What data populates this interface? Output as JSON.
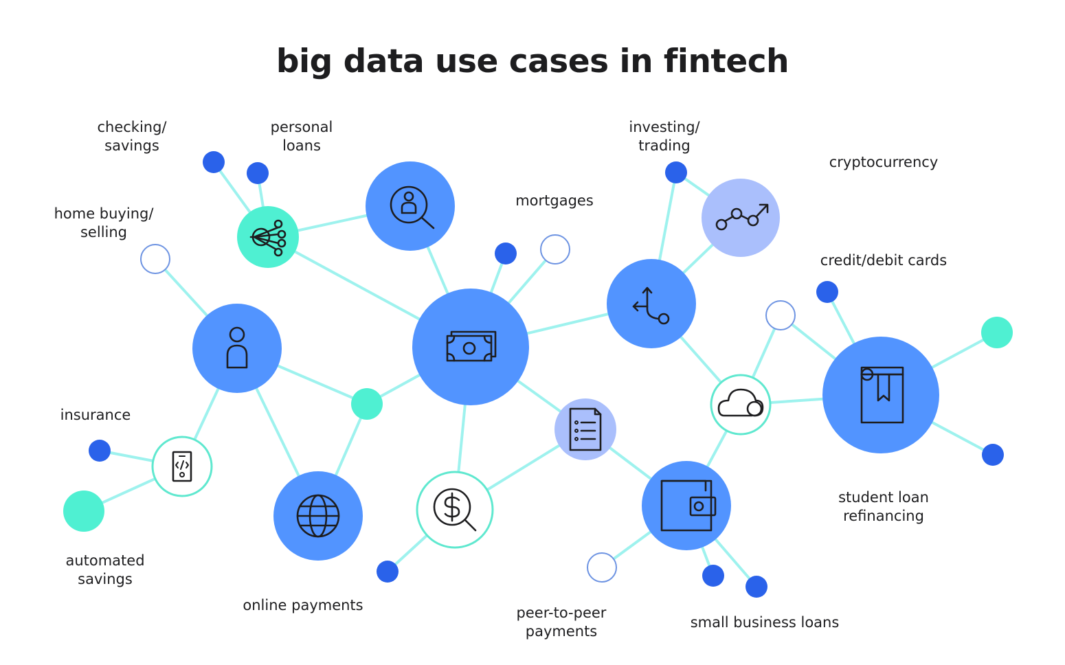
{
  "title": "big data use cases in fintech",
  "labels": {
    "checking_savings": "checking/\nsavings",
    "personal_loans": "personal\nloans",
    "home_buying_selling": "home buying/\nselling",
    "mortgages": "mortgages",
    "investing_trading": "investing/\ntrading",
    "cryptocurrency": "cryptocurrency",
    "credit_debit_cards": "credit/debit cards",
    "insurance": "insurance",
    "automated_savings": "automated\nsavings",
    "online_payments": "online payments",
    "peer_to_peer_payments": "peer-to-peer\npayments",
    "small_business_loans": "small business loans",
    "student_loan_refinancing": "student loan\nrefinancing"
  },
  "colors": {
    "edge": "#9ef2ee",
    "blue_node": "#5294ff",
    "light_blue_node": "#aabffc",
    "teal_node": "#4ff0d2",
    "dark_dot": "#2a62ea",
    "outline_ring": "#5fe8cf",
    "hollow_ring": "#6d93e2",
    "icon_stroke": "#1d1d1f"
  },
  "icons": [
    "share-nodes-icon",
    "user-search-icon",
    "person-icon",
    "banknote-icon",
    "branch-arrow-icon",
    "trend-chart-icon",
    "code-phone-icon",
    "globe-icon",
    "dollar-search-icon",
    "document-list-icon",
    "cloud-icon",
    "wallet-icon",
    "book-bookmark-icon"
  ]
}
